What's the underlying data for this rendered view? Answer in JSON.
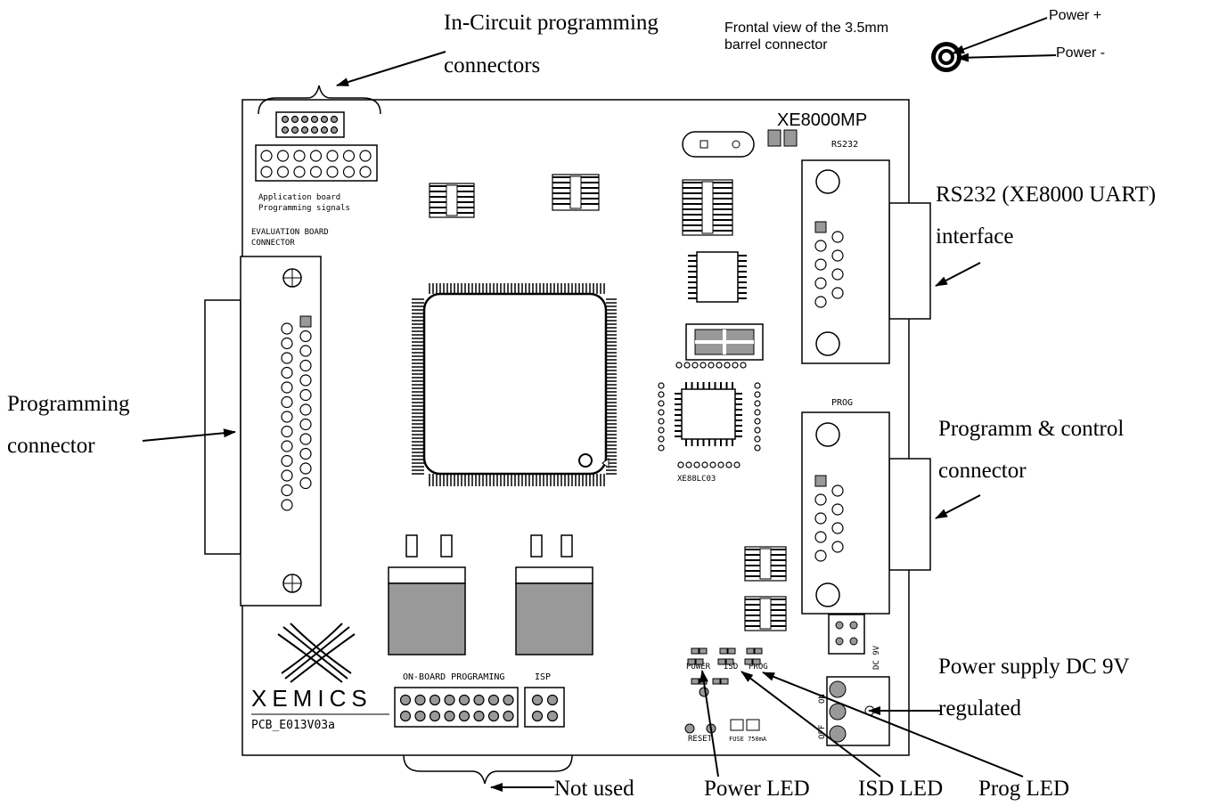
{
  "callouts": {
    "in_circuit_line1": "In-Circuit programming",
    "in_circuit_line2": "connectors",
    "rs232_line1": "RS232 (XE8000 UART)",
    "rs232_line2": "interface",
    "programming_line1": "Programming",
    "programming_line2": "connector",
    "programm_control_line1": "Programm & control",
    "programm_control_line2": "connector",
    "power_supply_line1": "Power supply DC 9V",
    "power_supply_line2": "regulated",
    "not_used": "Not used",
    "power_led": "Power LED",
    "isd_led": "ISD LED",
    "prog_led": "Prog LED"
  },
  "barrel": {
    "caption_line1": "Frontal view of the 3.5mm",
    "caption_line2": "barrel connector",
    "power_plus": "Power +",
    "power_minus": "Power -"
  },
  "board": {
    "title": "XE8000MP",
    "rs232": "RS232",
    "prog": "PROG",
    "app_board": "Application board",
    "prog_signals": "Programming signals",
    "eval_line1": "EVALUATION BOARD",
    "eval_line2": "CONNECTOR",
    "xe88": "XE88LC03",
    "onboard": "ON-BOARD  PROGRAMING",
    "isp": "ISP",
    "xemics": "XEMICS",
    "pcb": "PCB_E013V03a",
    "power": "POWER",
    "isd": "ISD",
    "prog_led": "PROG",
    "reset": "RESET",
    "fuse": "FUSE 750mA",
    "dc9v": "DC 9V",
    "on": "ON",
    "off": "OFF"
  }
}
